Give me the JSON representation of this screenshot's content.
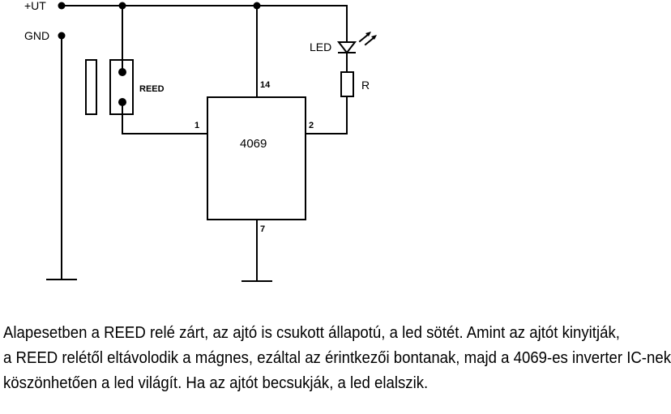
{
  "schematic": {
    "supply_label": "+UT",
    "ground_label": "GND",
    "reed_label": "REED",
    "led_label": "LED",
    "resistor_label": "R",
    "ic_label": "4069",
    "pin_vcc": "14",
    "pin_input": "1",
    "pin_output": "2",
    "pin_gnd": "7"
  },
  "description": [
    "Alapesetben a REED relé zárt, az ajtó is csukott állapotú, a led sötét. Amint az ajtót kinyitják,",
    "a REED relétől eltávolodik a mágnes, ezáltal az érintkezői bontanak, majd a 4069-es inverter IC-nek",
    "köszönhetően a led világít. Ha az ajtót becsukják, a led elalszik."
  ]
}
